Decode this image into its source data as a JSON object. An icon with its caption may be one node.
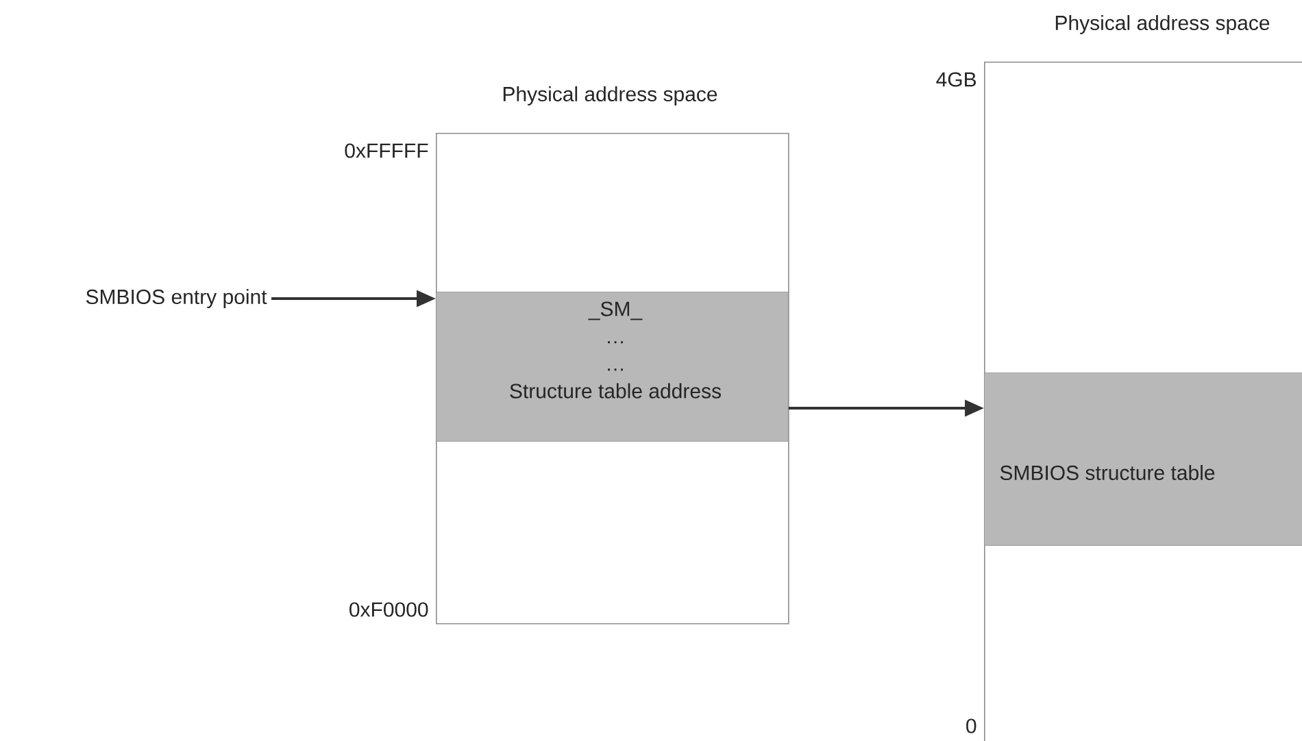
{
  "diagram": {
    "nodes": [
      {
        "text": [
          "Physical address space"
        ],
        "beside": [
          "0xFFFFF",
          "0xF0000"
        ]
      },
      {
        "text": [
          "_SM_",
          "…",
          "…",
          "Structure table address"
        ],
        "in": 0
      },
      {
        "text": [
          "SMBIOS entry point"
        ]
      },
      {
        "text": [
          "Physical address space"
        ],
        "beside": [
          "4GB",
          "0"
        ]
      },
      {
        "text": [
          "SMBIOS structure table"
        ],
        "in": 3
      }
    ],
    "edges": [
      {
        "from": 2,
        "to": 1,
        "arrow": "to"
      },
      {
        "from": 1,
        "to": 4,
        "arrow": "to"
      }
    ]
  }
}
